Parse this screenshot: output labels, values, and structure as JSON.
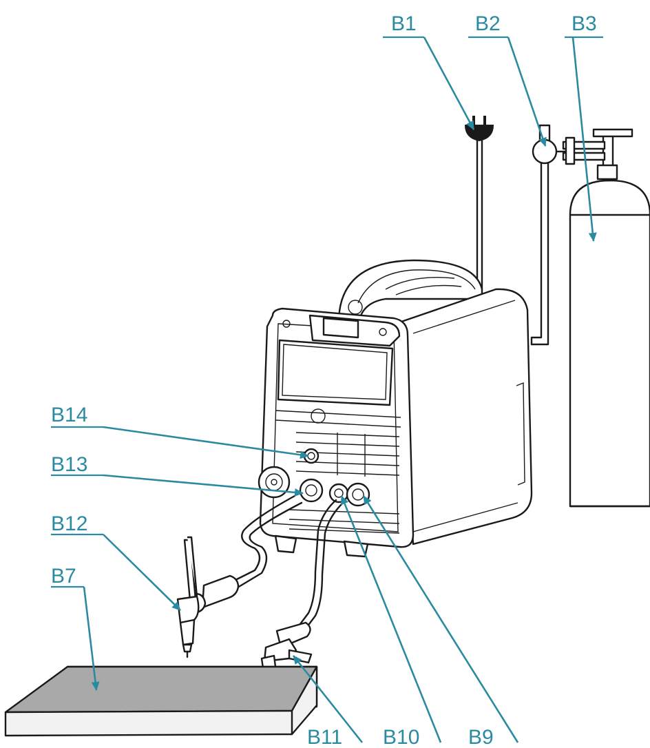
{
  "colors": {
    "accent": "#2a8aa0",
    "ink": "#1a1a1a",
    "plate_top": "#a9a9a9",
    "plate_side": "#f2f2f2"
  },
  "labels": {
    "b1": "B1",
    "b2": "B2",
    "b3": "B3",
    "b7": "B7",
    "b9": "B9",
    "b10": "B10",
    "b11": "B11",
    "b12": "B12",
    "b13": "B13",
    "b14": "B14"
  }
}
